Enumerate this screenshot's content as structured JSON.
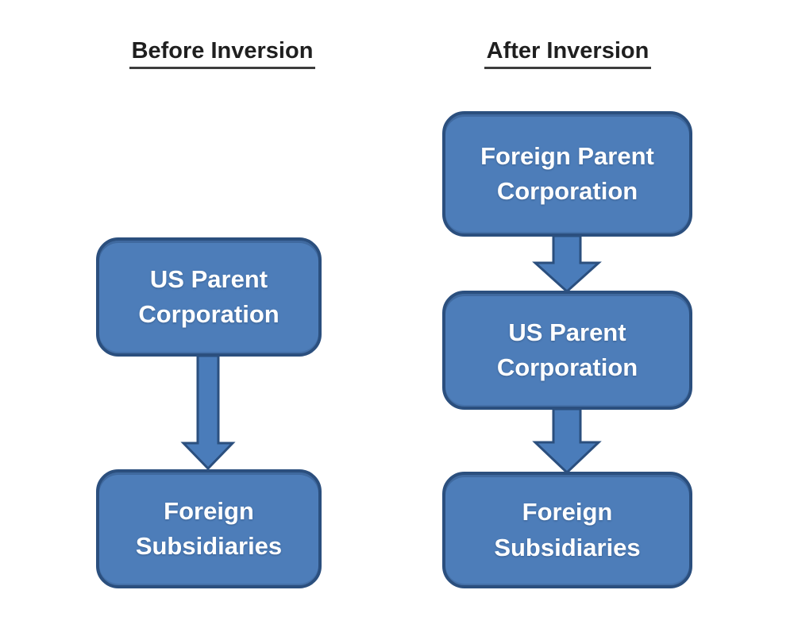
{
  "diagram": {
    "title_left": "Before Inversion",
    "title_right": "After Inversion",
    "colors": {
      "box_fill": "#4d7db9",
      "box_border": "#2b4f7e",
      "arrow_fill": "#4a7cba",
      "arrow_border": "#2b4f7e",
      "box_text": "#ffffff",
      "title_color": "#1f1f1f",
      "underline_color": "#3d3d3d",
      "canvas_bg": "#ffffff"
    },
    "columns": [
      {
        "title": "Before Inversion",
        "boxes": [
          {
            "label": "US Parent Corporation"
          },
          {
            "label": "Foreign Subsidiaries"
          }
        ],
        "arrows": [
          {
            "name": "down-arrow",
            "from": "US Parent Corporation",
            "to": "Foreign Subsidiaries"
          }
        ]
      },
      {
        "title": "After Inversion",
        "boxes": [
          {
            "label": "Foreign Parent Corporation"
          },
          {
            "label": "US Parent Corporation"
          },
          {
            "label": "Foreign Subsidiaries"
          }
        ],
        "arrows": [
          {
            "name": "down-arrow",
            "from": "Foreign Parent Corporation",
            "to": "US Parent Corporation"
          },
          {
            "name": "down-arrow",
            "from": "US Parent Corporation",
            "to": "Foreign Subsidiaries"
          }
        ]
      }
    ]
  }
}
